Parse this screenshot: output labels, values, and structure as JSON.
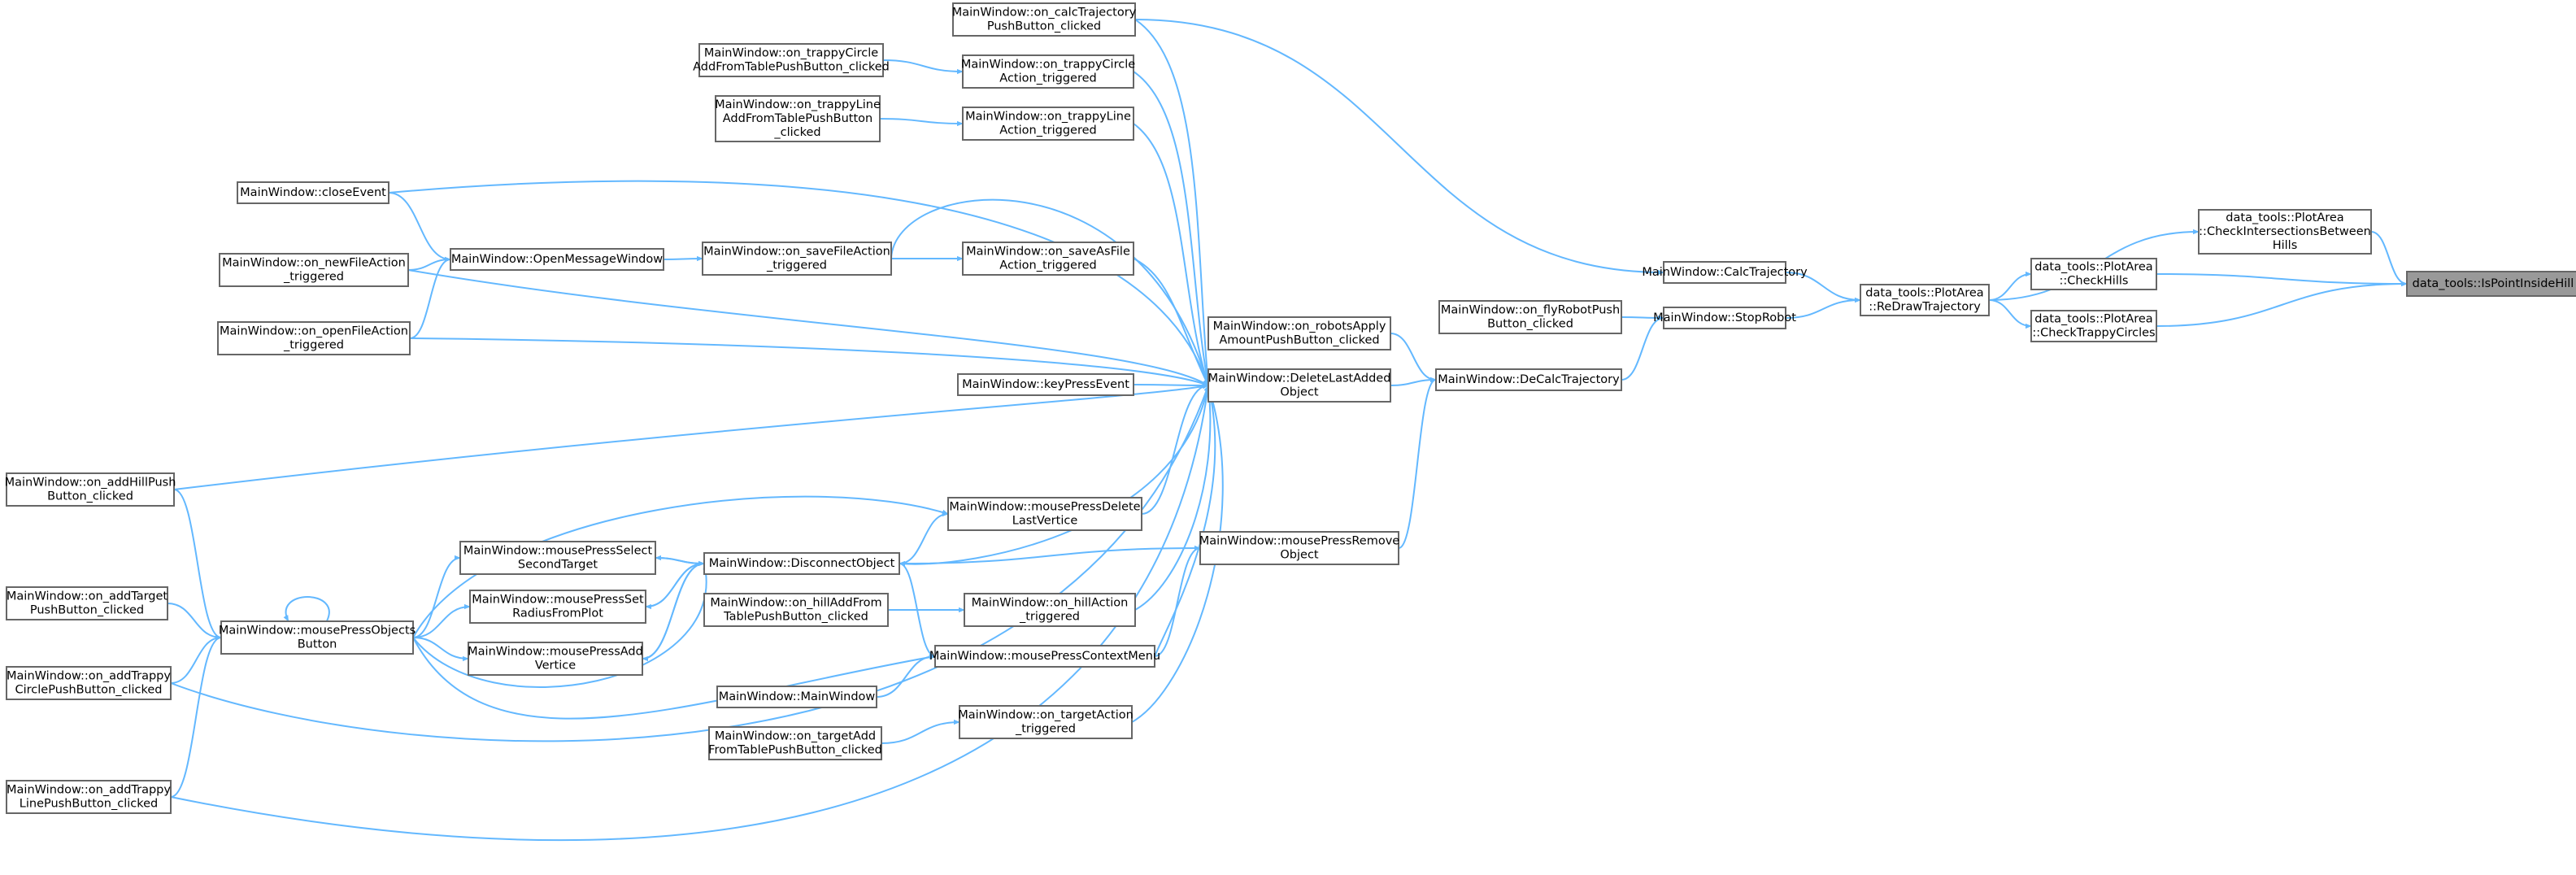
{
  "colors": {
    "edge": "#63b8ff",
    "node_border": "#666666",
    "root_fill": "#999999",
    "background": "#ffffff"
  },
  "nodes": [
    {
      "id": "n_root",
      "lines": [
        "data_tools::IsPointInsideHill"
      ],
      "root": true
    },
    {
      "id": "n_checkinter",
      "lines": [
        "data_tools::PlotArea",
        "::CheckIntersectionsBetween",
        "Hills"
      ]
    },
    {
      "id": "n_checkhills",
      "lines": [
        "data_tools::PlotArea",
        "::CheckHills"
      ]
    },
    {
      "id": "n_checktrappy",
      "lines": [
        "data_tools::PlotArea",
        "::CheckTrappyCircles"
      ]
    },
    {
      "id": "n_redraw",
      "lines": [
        "data_tools::PlotArea",
        "::ReDrawTrajectory"
      ]
    },
    {
      "id": "n_calctraj",
      "lines": [
        "MainWindow::CalcTrajectory"
      ]
    },
    {
      "id": "n_stoprobot",
      "lines": [
        "MainWindow::StopRobot"
      ]
    },
    {
      "id": "n_flyrobot",
      "lines": [
        "MainWindow::on_flyRobotPush",
        "Button_clicked"
      ]
    },
    {
      "id": "n_decalc",
      "lines": [
        "MainWindow::DeCalcTrajectory"
      ]
    },
    {
      "id": "n_robotsapply",
      "lines": [
        "MainWindow::on_robotsApply",
        "AmountPushButton_clicked"
      ]
    },
    {
      "id": "n_deletelast",
      "lines": [
        "MainWindow::DeleteLastAdded",
        "Object"
      ]
    },
    {
      "id": "n_mpremove",
      "lines": [
        "MainWindow::mousePressRemove",
        "Object"
      ]
    },
    {
      "id": "n_calcpush",
      "lines": [
        "MainWindow::on_calcTrajectory",
        "PushButton_clicked"
      ]
    },
    {
      "id": "n_trappycircleact",
      "lines": [
        "MainWindow::on_trappyCircle",
        "Action_triggered"
      ]
    },
    {
      "id": "n_trappylineact",
      "lines": [
        "MainWindow::on_trappyLine",
        "Action_triggered"
      ]
    },
    {
      "id": "n_saveasfile",
      "lines": [
        "MainWindow::on_saveAsFile",
        "Action_triggered"
      ]
    },
    {
      "id": "n_keypress",
      "lines": [
        "MainWindow::keyPressEvent"
      ]
    },
    {
      "id": "n_mpdelvert",
      "lines": [
        "MainWindow::mousePressDelete",
        "LastVertice"
      ]
    },
    {
      "id": "n_hillaction",
      "lines": [
        "MainWindow::on_hillAction",
        "_triggered"
      ]
    },
    {
      "id": "n_mpcontext",
      "lines": [
        "MainWindow::mousePressContextMenu"
      ]
    },
    {
      "id": "n_targetaction",
      "lines": [
        "MainWindow::on_targetAction",
        "_triggered"
      ]
    },
    {
      "id": "n_trappycircleadd",
      "lines": [
        "MainWindow::on_trappyCircle",
        "AddFromTablePushButton_clicked"
      ]
    },
    {
      "id": "n_trappylineadd",
      "lines": [
        "MainWindow::on_trappyLine",
        "AddFromTablePushButton",
        "_clicked"
      ]
    },
    {
      "id": "n_savefileact",
      "lines": [
        "MainWindow::on_saveFileAction",
        "_triggered"
      ]
    },
    {
      "id": "n_disconnect",
      "lines": [
        "MainWindow::DisconnectObject"
      ]
    },
    {
      "id": "n_hilladd",
      "lines": [
        "MainWindow::on_hillAddFrom",
        "TablePushButton_clicked"
      ]
    },
    {
      "id": "n_mainwindow",
      "lines": [
        "MainWindow::MainWindow"
      ]
    },
    {
      "id": "n_targetadd",
      "lines": [
        "MainWindow::on_targetAdd",
        "FromTablePushButton_clicked"
      ]
    },
    {
      "id": "n_openmsg",
      "lines": [
        "MainWindow::OpenMessageWindow"
      ]
    },
    {
      "id": "n_mpselect",
      "lines": [
        "MainWindow::mousePressSelect",
        "SecondTarget"
      ]
    },
    {
      "id": "n_mpsetradius",
      "lines": [
        "MainWindow::mousePressSet",
        "RadiusFromPlot"
      ]
    },
    {
      "id": "n_mpaddvert",
      "lines": [
        "MainWindow::mousePressAdd",
        "Vertice"
      ]
    },
    {
      "id": "n_closeevent",
      "lines": [
        "MainWindow::closeEvent"
      ]
    },
    {
      "id": "n_newfile",
      "lines": [
        "MainWindow::on_newFileAction",
        "_triggered"
      ]
    },
    {
      "id": "n_openfile",
      "lines": [
        "MainWindow::on_openFileAction",
        "_triggered"
      ]
    },
    {
      "id": "n_mpobjects",
      "lines": [
        "MainWindow::mousePressObjects",
        "Button"
      ]
    },
    {
      "id": "n_addhill",
      "lines": [
        "MainWindow::on_addHillPush",
        "Button_clicked"
      ]
    },
    {
      "id": "n_addtarget",
      "lines": [
        "MainWindow::on_addTarget",
        "PushButton_clicked"
      ]
    },
    {
      "id": "n_addtrappycircle",
      "lines": [
        "MainWindow::on_addTrappy",
        "CirclePushButton_clicked"
      ]
    },
    {
      "id": "n_addtrappyline",
      "lines": [
        "MainWindow::on_addTrappy",
        "LinePushButton_clicked"
      ]
    }
  ]
}
